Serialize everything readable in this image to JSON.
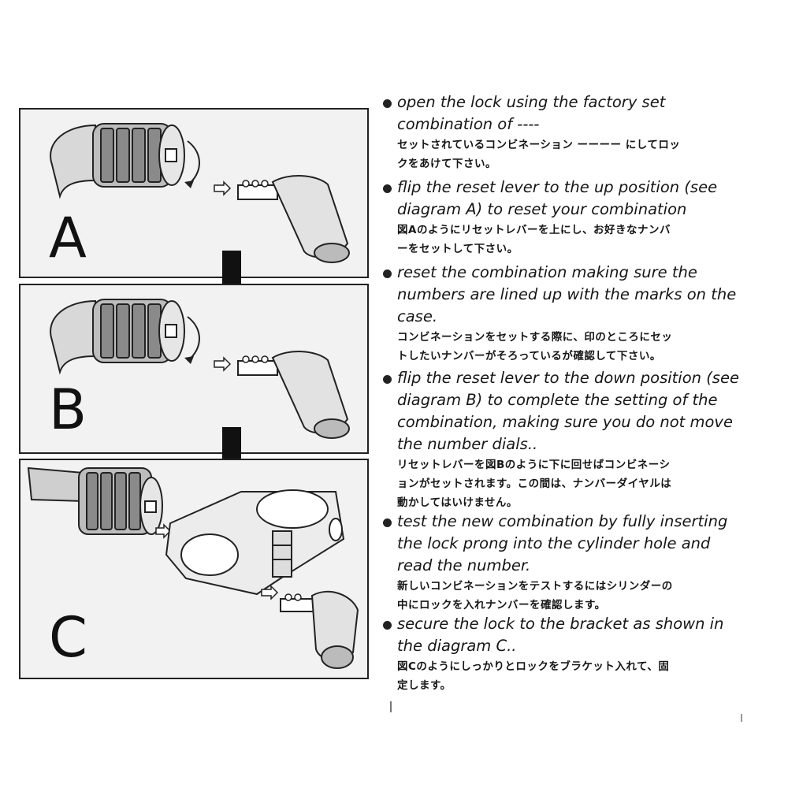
{
  "figure": {
    "panels": [
      {
        "letter": "A"
      },
      {
        "letter": "B"
      },
      {
        "letter": "C"
      }
    ]
  },
  "steps": [
    {
      "en_lines": [
        "open the lock using the factory set",
        "combination of ----"
      ],
      "ja_lines": [
        "セットされているコンビネーション ーーーー にしてロッ",
        "クをあけて下さい。"
      ]
    },
    {
      "en_lines": [
        "flip the reset lever to the up position (see",
        "diagram A) to reset your combination"
      ],
      "ja_lines": [
        "図Aのようにリセットレバーを上にし、お好きなナンバ",
        "ーをセットして下さい。"
      ]
    },
    {
      "en_lines": [
        "reset the combination making sure the",
        "numbers are lined up with the marks on the",
        "case."
      ],
      "ja_lines": [
        "コンビネーションをセットする際に、印のところにセッ",
        "トしたいナンバーがそろっているが確認して下さい。"
      ]
    },
    {
      "en_lines": [
        "flip the reset lever to the down position (see",
        "diagram B) to complete the setting of the",
        "combination, making sure you do not move",
        "the number dials.."
      ],
      "ja_lines": [
        "リセットレバーを図Bのように下に回せばコンビネーシ",
        "ョンがセットされます。この間は、ナンバーダイヤルは",
        "動かしてはいけません。"
      ]
    },
    {
      "en_lines": [
        "test the new combination by fully inserting",
        "the lock prong into the cylinder hole and",
        "read the number."
      ],
      "ja_lines": [
        "新しいコンビネーションをテストするにはシリンダーの",
        "中にロックを入れナンバーを確認します。"
      ]
    },
    {
      "en_lines": [
        "secure the lock to the bracket as shown in",
        "the diagram C.."
      ],
      "ja_lines": [
        "図Cのようにしっかりとロックをブラケット入れて、固",
        "定します。"
      ]
    }
  ]
}
